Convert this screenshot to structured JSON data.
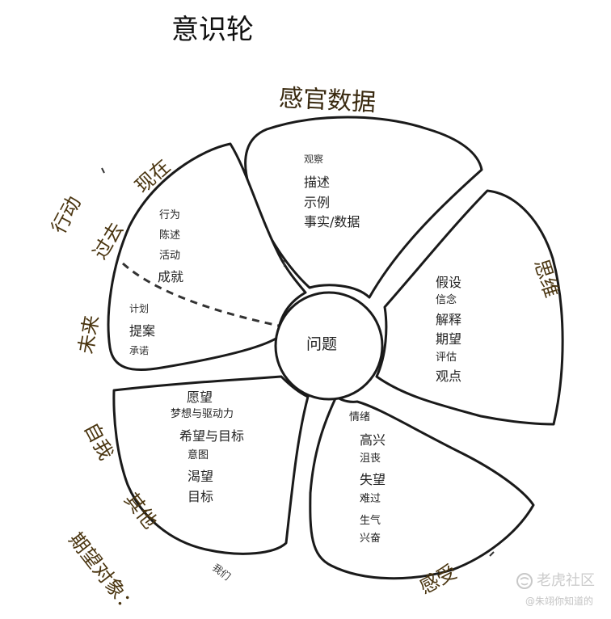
{
  "title": "意识轮",
  "hub": "问题",
  "outer_labels": {
    "sensory": "感官数据",
    "thinking": "思维",
    "feeling": "感受",
    "present": "现在",
    "action": "行动",
    "past": "过去",
    "future": "未来",
    "self": "自我",
    "other": "其他",
    "expect_target": "期望对象：",
    "we": "我们"
  },
  "petals": {
    "sensory": [
      "观察",
      "描述",
      "示例",
      "事实/数据"
    ],
    "thinking": [
      "假设",
      "信念",
      "解释",
      "期望",
      "评估",
      "观点"
    ],
    "feeling": [
      "情绪",
      "高兴",
      "沮丧",
      "失望",
      "难过",
      "生气",
      "兴奋"
    ],
    "desire": [
      "愿望",
      "梦想与驱动力",
      "希望与目标",
      "意图",
      "渴望",
      "目标"
    ],
    "action_upper": [
      "行为",
      "陈述",
      "活动",
      "成就"
    ],
    "action_lower": [
      "计划",
      "提案",
      "承诺"
    ]
  },
  "watermark": {
    "brand": "老虎社区",
    "handle": "@朱翊你知道的"
  }
}
